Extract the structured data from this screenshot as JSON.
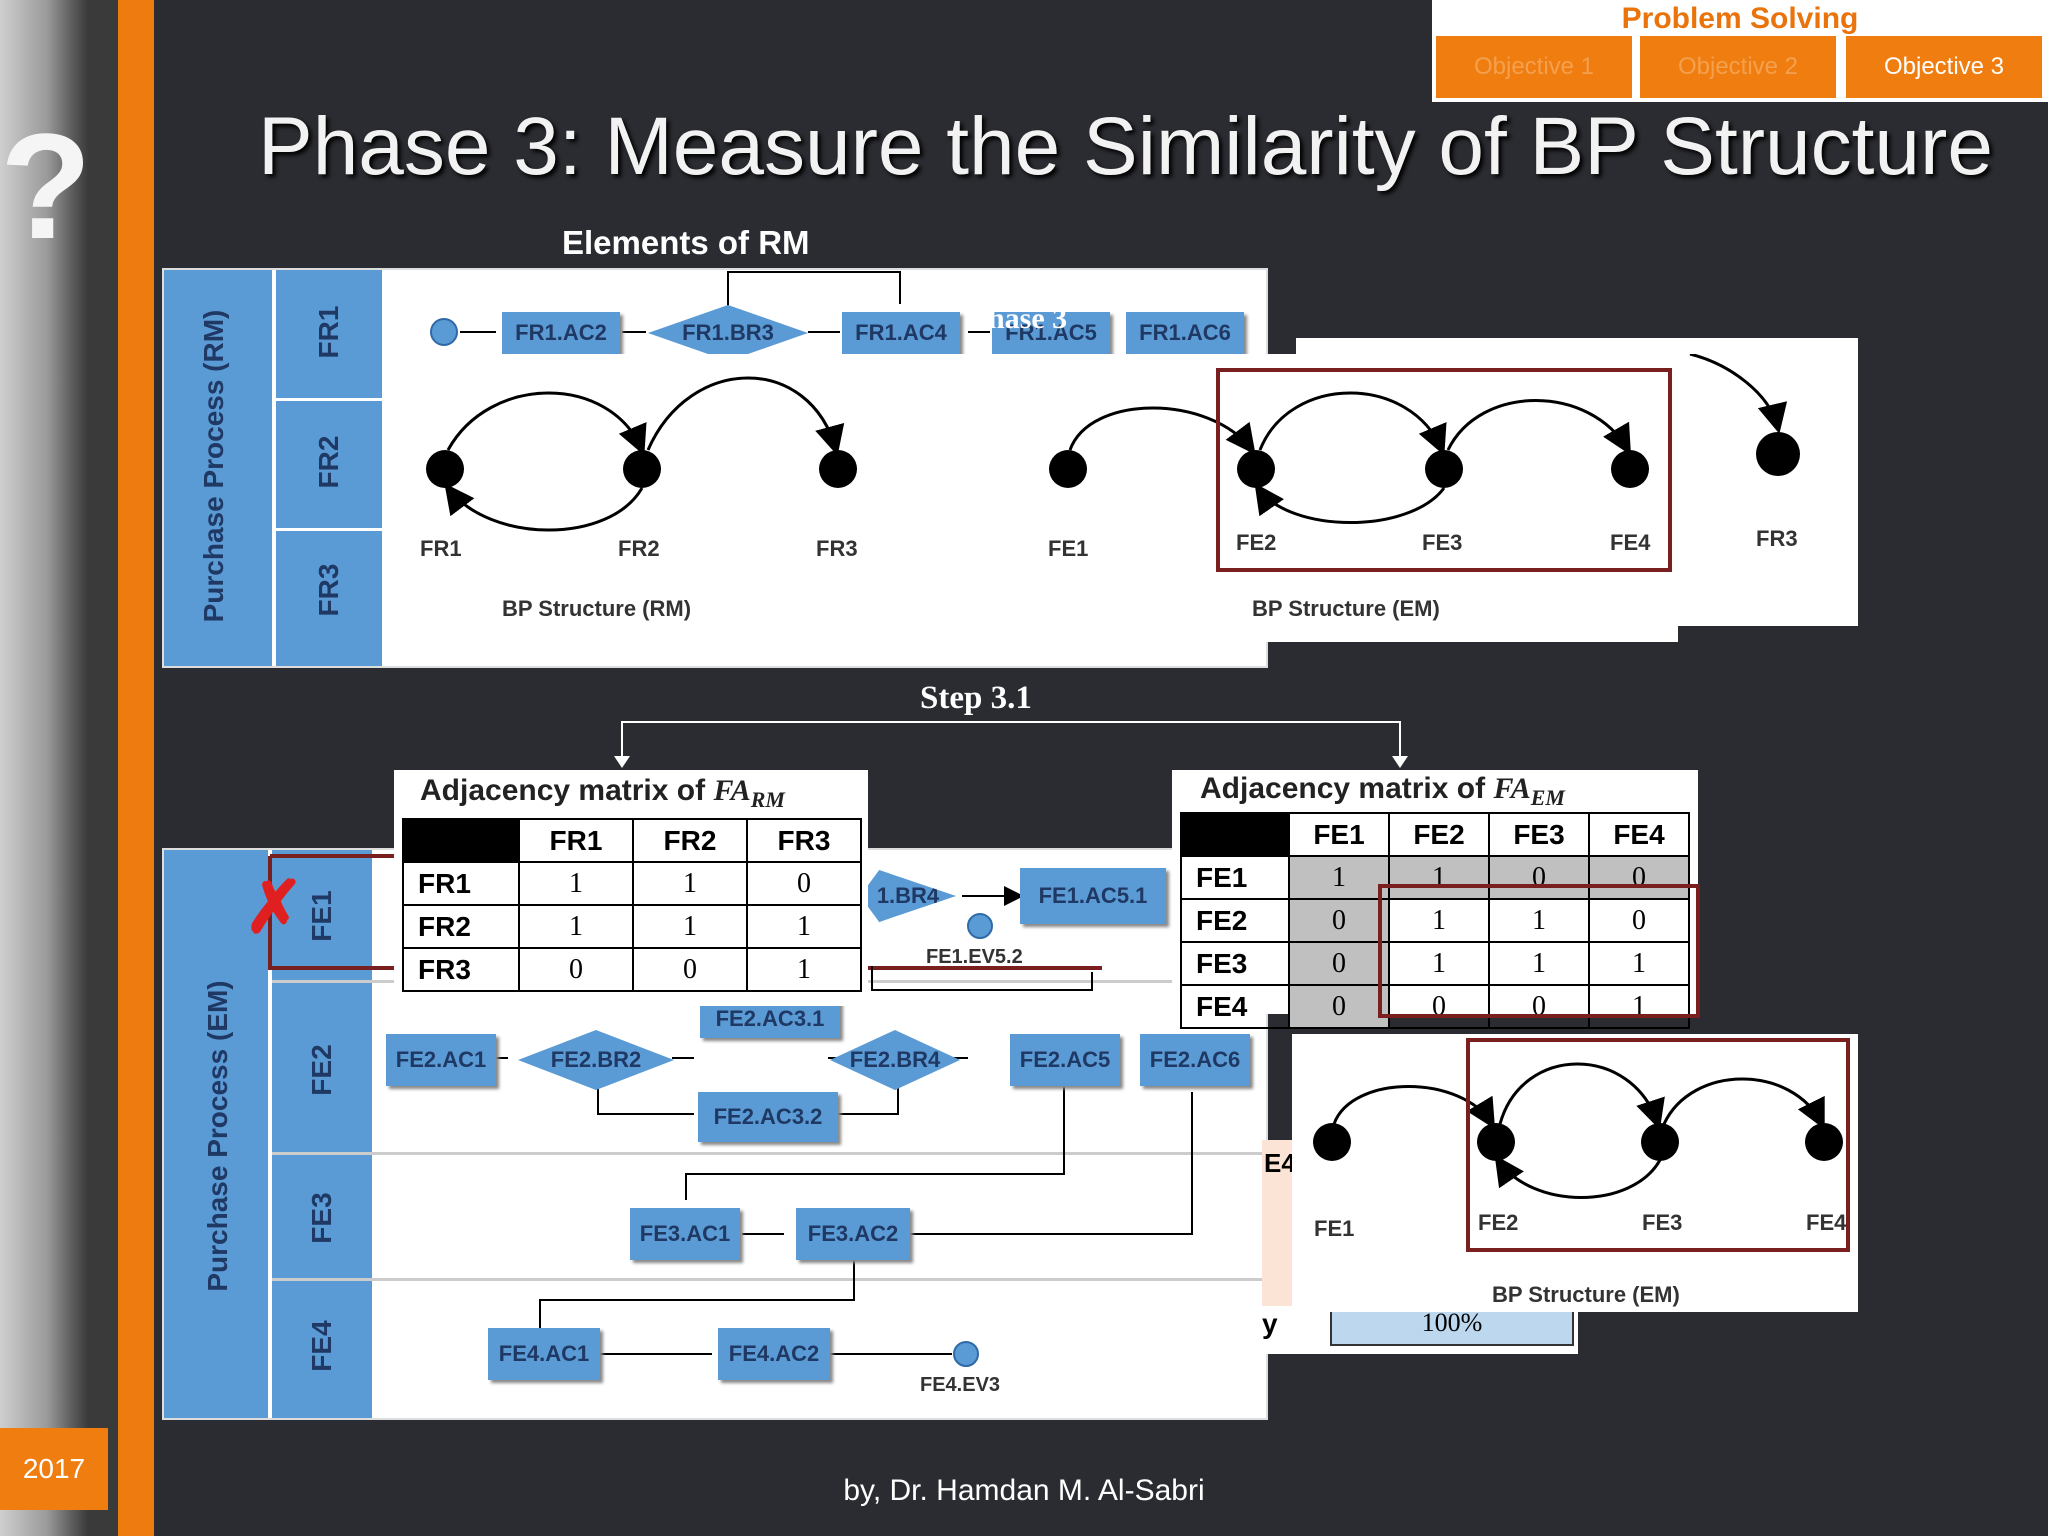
{
  "year": "2017",
  "nav": {
    "section": "Problem Solving",
    "tabs": [
      "Objective 1",
      "Objective 2",
      "Objective 3"
    ]
  },
  "title": "Phase 3: Measure the Similarity of BP Structure",
  "rm": {
    "caption": "Elements of RM",
    "process_label": "Purchase Process (RM)",
    "lanes": [
      "FR1",
      "FR2",
      "FR3"
    ],
    "boxes": [
      "FR1.AC2",
      "FR1.BR3",
      "FR1.AC4",
      "FR1.AC5",
      "FR1.AC6"
    ],
    "overlay_phase": "hase 3",
    "nodes": [
      "FR1",
      "FR2",
      "FR3"
    ],
    "structure_label": "BP Structure (RM)"
  },
  "em_top": {
    "nodes": [
      "FE1",
      "FE2",
      "FE3",
      "FE4"
    ],
    "extra_node": "FR3",
    "structure_label": "BP Structure (EM)"
  },
  "step": "Step 3.1",
  "matrix_rm": {
    "title": "Adjacency matrix of ",
    "symbol": "FA",
    "sub": "RM",
    "cols": [
      "FR1",
      "FR2",
      "FR3"
    ],
    "rows": [
      {
        "h": "FR1",
        "v": [
          "1",
          "1",
          "0"
        ]
      },
      {
        "h": "FR2",
        "v": [
          "1",
          "1",
          "1"
        ]
      },
      {
        "h": "FR3",
        "v": [
          "0",
          "0",
          "1"
        ]
      }
    ]
  },
  "matrix_em": {
    "title": "Adjacency matrix of ",
    "symbol": "FA",
    "sub": "EM",
    "cols": [
      "FE1",
      "FE2",
      "FE3",
      "FE4"
    ],
    "rows": [
      {
        "h": "FE1",
        "v": [
          "1",
          "1",
          "0",
          "0"
        ]
      },
      {
        "h": "FE2",
        "v": [
          "0",
          "1",
          "1",
          "0"
        ]
      },
      {
        "h": "FE3",
        "v": [
          "0",
          "1",
          "1",
          "1"
        ]
      },
      {
        "h": "FE4",
        "v": [
          "0",
          "0",
          "0",
          "1"
        ]
      }
    ]
  },
  "em": {
    "process_label": "Purchase Process (EM)",
    "lanes": [
      "FE1",
      "FE2",
      "FE3",
      "FE4"
    ],
    "boxes": [
      "1.BR4",
      "FE1.AC5.1",
      "FE1.EV5.2",
      "FE2.AC3.1",
      "FE2.AC1",
      "FE2.BR2",
      "FE2.BR4",
      "FE2.AC5",
      "FE2.AC6",
      "FE2.AC3.2",
      "FE3.AC1",
      "FE3.AC2",
      "FE4.AC1",
      "FE4.AC2",
      "FE4.EV3"
    ]
  },
  "em_bottom": {
    "nodes": [
      "FE1",
      "FE2",
      "FE3",
      "FE4"
    ],
    "structure_label": "BP Structure (EM)"
  },
  "partial_table": {
    "header_fragment": "E4",
    "row_fragment": "y",
    "value": "100%"
  },
  "footer": "by, Dr. Hamdan M. Al-Sabri",
  "colors": {
    "accent": "#ee7b0f",
    "lane": "#5b9bd5",
    "frame": "#7a1f1f"
  }
}
